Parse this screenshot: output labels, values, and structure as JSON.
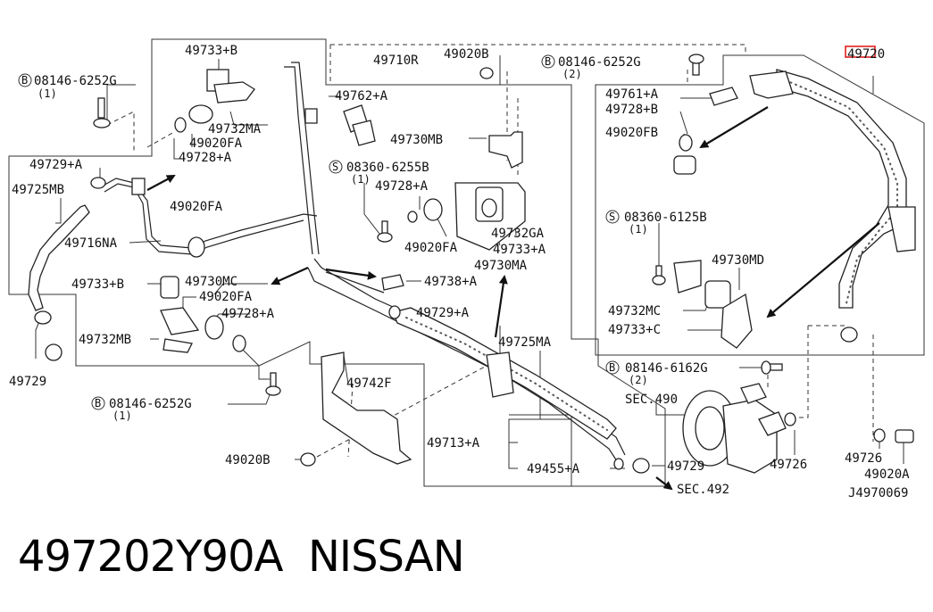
{
  "diagram": {
    "ref_code": "J4970069",
    "highlighted_part": "49720",
    "labels": {
      "p49733b_top": "49733+B",
      "p08146_6252g_tl": "08146-6252G",
      "p1_tl": "(1)",
      "p49710r": "49710R",
      "p49020b_top": "49020B",
      "p08146_6252g_tr": "08146-6252G",
      "p2_tr": "(2)",
      "p49720": "49720",
      "p49762a": "49762+A",
      "p49761a": "49761+A",
      "p49728b": "49728+B",
      "p49732ma": "49732MA",
      "p49020fa_1": "49020FA",
      "p49020fb": "49020FB",
      "p49730mb": "49730MB",
      "p49729a_l": "49729+A",
      "p49728a_l": "49728+A",
      "p08360_6255b": "08360-6255B",
      "p1_mid": "(1)",
      "p49725mb": "49725MB",
      "p49728a_m": "49728+A",
      "p49020fa_2": "49020FA",
      "p08360_6125b": "08360-6125B",
      "p1_r": "(1)",
      "p49716na": "49716NA",
      "p49020fa_3": "49020FA",
      "p49732ga": "49732GA",
      "p49733a_m": "49733+A",
      "p49730ma": "49730MA",
      "p49730md": "49730MD",
      "p49733b_m": "49733+B",
      "p49730mc": "49730MC",
      "p49020fa_4": "49020FA",
      "p49738a": "49738+A",
      "p49728a_b": "49728+A",
      "p49729a_m": "49729+A",
      "p49732mc": "49732MC",
      "p49733c": "49733+C",
      "p49732mb": "49732MB",
      "p49725ma": "49725MA",
      "p08146_6162g": "08146-6162G",
      "p2_r": "(2)",
      "p49729_l": "49729",
      "p08146_6252g_b": "08146-6252G",
      "p1_b": "(1)",
      "p49742f": "49742F",
      "sec490": "SEC.490",
      "p49713a": "49713+A",
      "p49726_m": "49726",
      "p49726_r": "49726",
      "p49020b_b": "49020B",
      "p49455a": "49455+A",
      "p49729_b": "49729",
      "sec492": "SEC.492",
      "p49020a": "49020A",
      "bolt_symbol": "B",
      "screw_symbol": "S"
    }
  },
  "footer": {
    "part_number": "497202Y90A",
    "brand": "NISSAN"
  }
}
